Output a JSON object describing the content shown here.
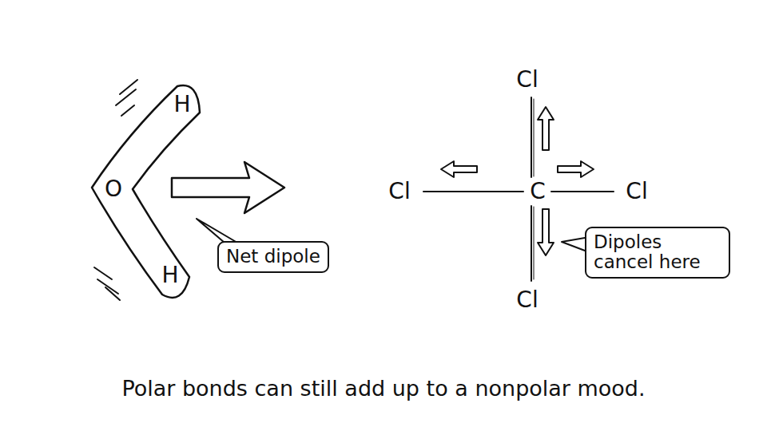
{
  "diagram": {
    "caption": "Polar bonds can still add up to a nonpolar mood.",
    "nodes": [
      {
        "text": [
          "H",
          "O",
          "H"
        ]
      },
      {
        "text": [
          "Net dipole"
        ]
      },
      {
        "text": [
          "Dipoles cancel here"
        ]
      }
    ],
    "labels": [
      "Cl",
      "Cl",
      "C",
      "Cl",
      "Cl"
    ]
  }
}
